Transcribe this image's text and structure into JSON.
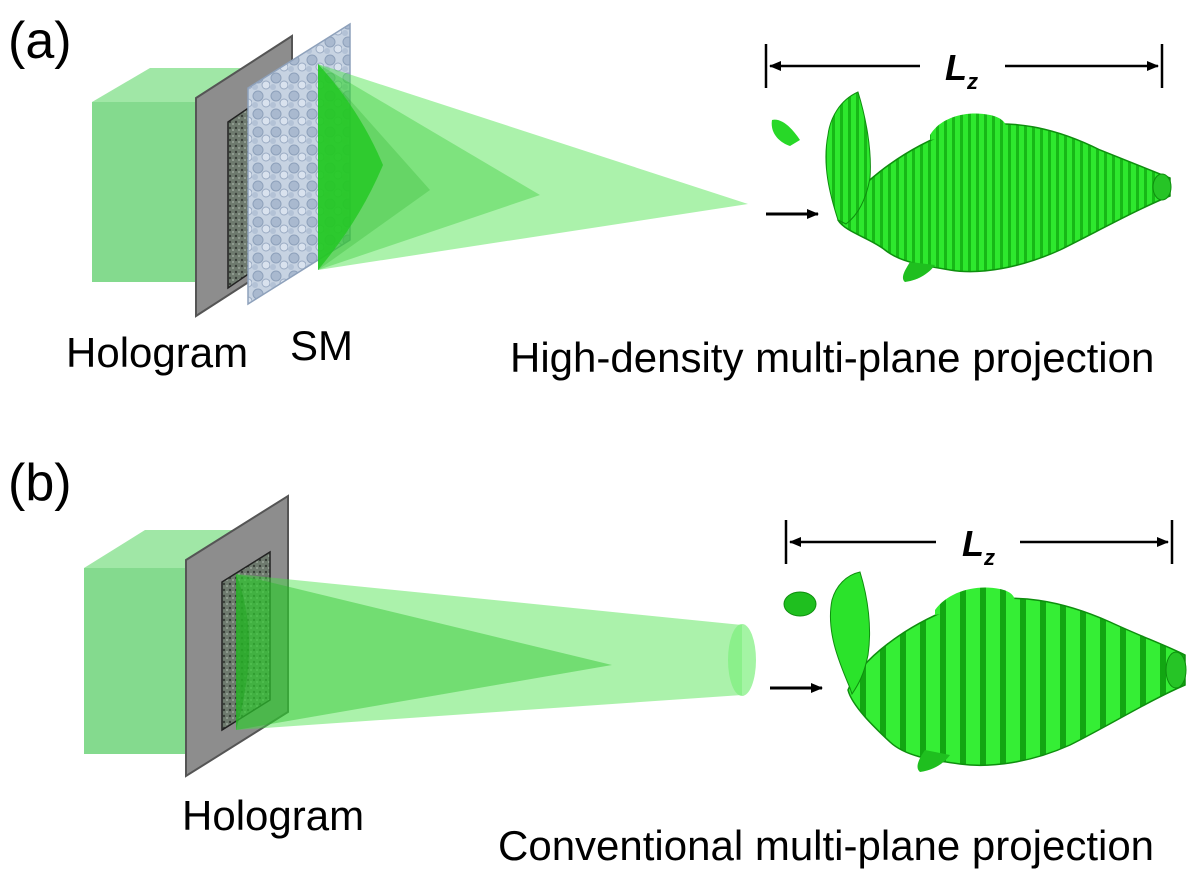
{
  "colors": {
    "laser_green": "#33ee33",
    "box_green": "#5fd16a",
    "hologram_gray": "#8a8a8a",
    "sm_blue": "#b9c8da",
    "dolphin_green": "#22dd22"
  },
  "panel_a": {
    "label": "(a)",
    "hologram_label": "Hologram",
    "sm_label": "SM",
    "caption": "High-density multi-plane projection",
    "length_symbol": "L",
    "length_subscript": "z"
  },
  "panel_b": {
    "label": "(b)",
    "hologram_label": "Hologram",
    "caption": "Conventional multi-plane projection",
    "length_symbol": "L",
    "length_subscript": "z"
  }
}
